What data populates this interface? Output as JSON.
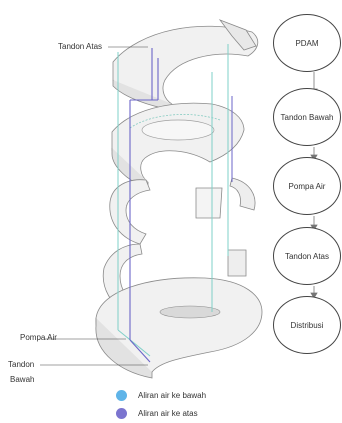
{
  "labels": {
    "tandon_atas": "Tandon Atas",
    "pompa_air": "Pompa Air",
    "tandon_bawah_line1": "Tandon",
    "tandon_bawah_line2": "Bawah"
  },
  "flowchart": {
    "nodes": [
      "PDAM",
      "Tandon Bawah",
      "Pompa Air",
      "Tandon Atas",
      "Distribusi"
    ]
  },
  "legend": [
    {
      "label": "Aliran air ke bawah",
      "color": "#5fb4e8"
    },
    {
      "label": "Aliran air ke atas",
      "color": "#7b74cf"
    }
  ],
  "colors": {
    "pipe_down": "#7fd0c8",
    "pipe_up": "#6b66c8",
    "slab_fill": "#f1f1f1",
    "slab_edge": "#8a8a8a",
    "arrow": "#777777"
  }
}
